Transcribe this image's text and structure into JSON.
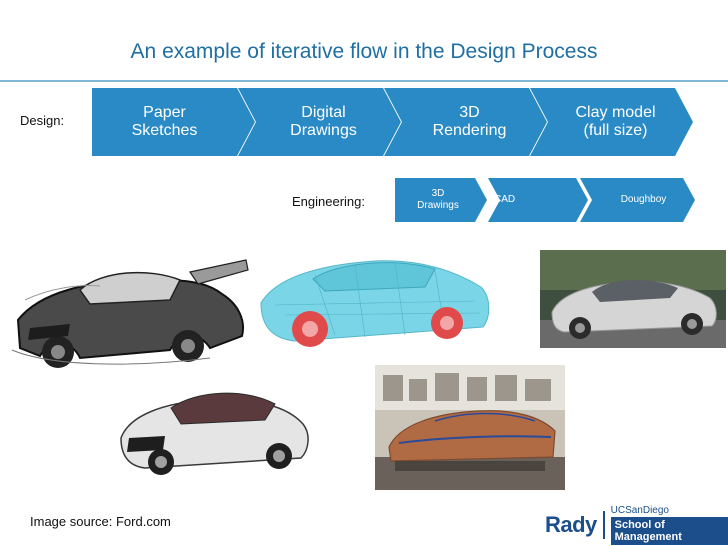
{
  "slide": {
    "title": "An example of iterative flow in the Design Process",
    "design_label": "Design:",
    "engineering_label": "Engineering:",
    "design_steps": [
      "Paper\nSketches",
      "Digital\nDrawings",
      "3D\nRendering",
      "Clay model\n(full size)"
    ],
    "engineering_steps": [
      "3D\nDrawings",
      "CAD",
      "Doughboy"
    ],
    "source": "Image source: Ford.com"
  },
  "logo": {
    "name": "Rady",
    "university": "UCSanDiego",
    "school": "School of Management"
  },
  "colors": {
    "accent": "#1F6FA3",
    "chevron": "#2A8AC5",
    "brand": "#1B4E8B"
  },
  "images": [
    "paper-sketch-car",
    "digital-drawing-car",
    "clay-model-car",
    "sketch-car-rendering",
    "3d-render-car-cyan",
    "clay-model-studio"
  ]
}
